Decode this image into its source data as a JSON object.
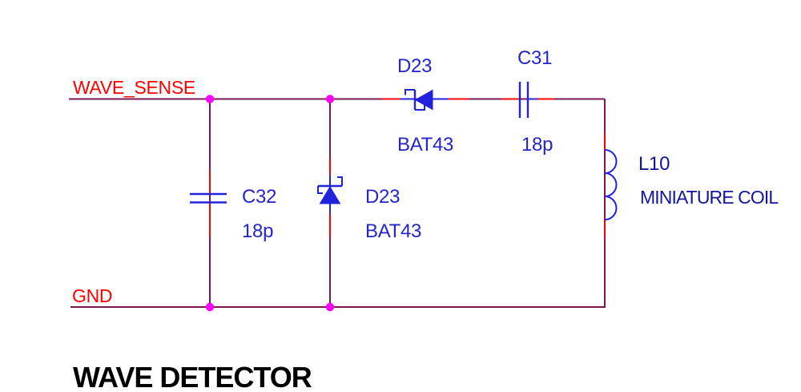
{
  "colors": {
    "background": "#ffffff",
    "wire": "#7a1750",
    "pin": "#ff0000",
    "symbol": "#2222dd",
    "junction": "#ff00ff",
    "net_label": "#ff0000",
    "ref_label": "#2525c8",
    "part_label": "#15159b",
    "title_color": "#000000"
  },
  "schematic": {
    "net_top": "WAVE_SENSE",
    "net_bottom": "GND",
    "c32": {
      "ref": "C32",
      "value": "18p"
    },
    "d23v": {
      "ref": "D23",
      "value": "BAT43"
    },
    "d23h": {
      "ref": "D23",
      "value": "BAT43"
    },
    "c31": {
      "ref": "C31",
      "value": "18p"
    },
    "l10": {
      "ref": "L10",
      "value": "MINIATURE COIL"
    }
  },
  "title": "WAVE DETECTOR"
}
